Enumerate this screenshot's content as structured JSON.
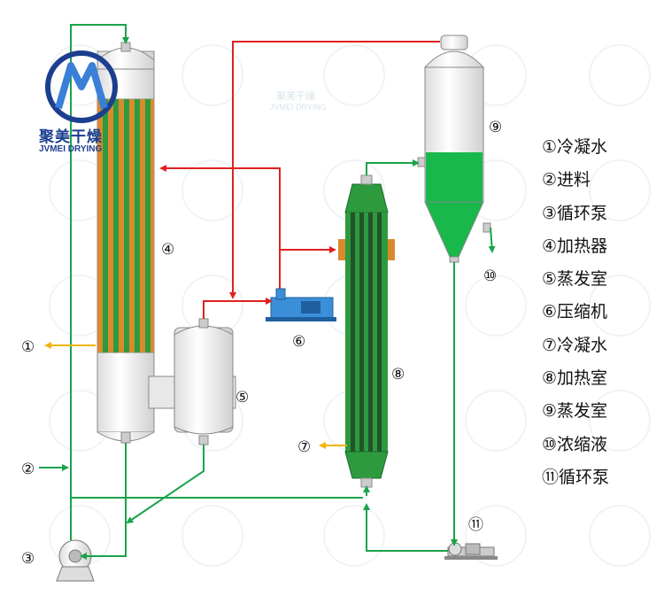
{
  "brand": {
    "name_cn": "聚美干燥",
    "name_en": "JVMEI DRYING",
    "logo_color": "#1b3f8f"
  },
  "colors": {
    "pipe_green": "#1aa34a",
    "pipe_red": "#e02020",
    "pipe_yellow": "#f0b400",
    "tube_green": "#2e9a3e",
    "tube_orange": "#d98a2e",
    "liquid_green": "#19b84a",
    "compressor_blue": "#3a8fd8"
  },
  "markers": {
    "m1": "①",
    "m2": "②",
    "m3": "③",
    "m4": "④",
    "m5": "⑤",
    "m6": "⑥",
    "m7": "⑦",
    "m8": "⑧",
    "m9": "⑨",
    "m10": "⑩",
    "m11": "⑪"
  },
  "legend": [
    "①冷凝水",
    "②进料",
    "③循环泵",
    "④加热器",
    "⑤蒸发室",
    "⑥压缩机",
    "⑦冷凝水",
    "⑧加热室",
    "⑨蒸发室",
    "⑩浓缩液",
    "⑪循环泵"
  ],
  "watermark_cn": "聚美干燥",
  "watermark_en": "JVMEI DRYING"
}
